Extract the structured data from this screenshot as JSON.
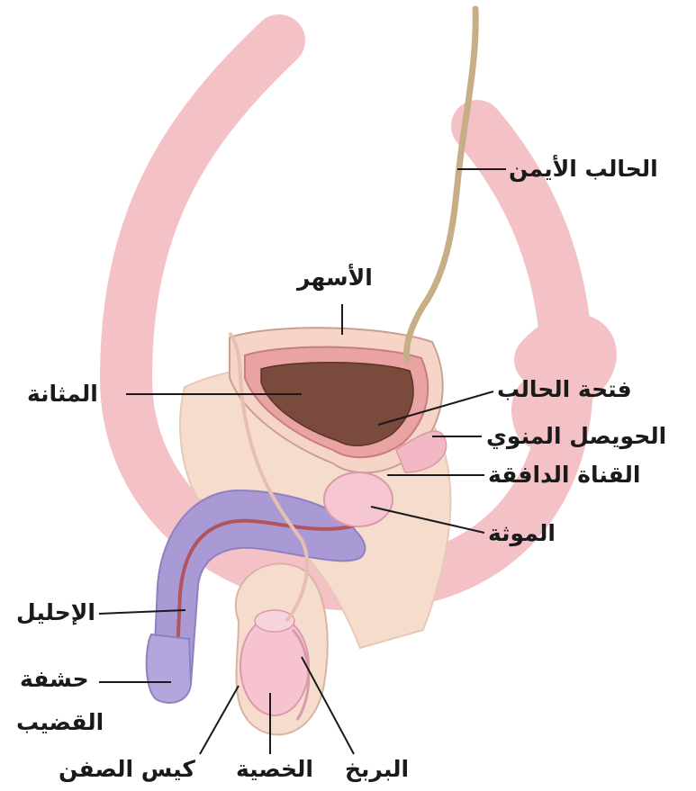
{
  "labels": {
    "right_ureter": "الحالب الأيمن",
    "vas_deferens": "الأسهر",
    "bladder": "المثانة",
    "ureter_opening": "فتحة الحالب",
    "seminal_vesicle": "الحويصل المنوي",
    "ejaculatory_duct": "القناة الدافقة",
    "prostate": "الموثة",
    "urethra": "الإحليل",
    "glans_line1": "حشفة",
    "glans_line2": "القضيب",
    "scrotum": "كيس الصفن",
    "testis": "الخصية",
    "epididymis": "البربخ"
  },
  "colors": {
    "watermark": "#f4c2c6",
    "bladder_wall": "#e9a3a3",
    "bladder_lumen": "#7a4a3c",
    "ureter": "#c8ae86",
    "penis_shaft": "#a99ad6",
    "tissue": "#f6dccd",
    "testis": "#f7c3d0",
    "prostate": "#f6c7d2"
  }
}
